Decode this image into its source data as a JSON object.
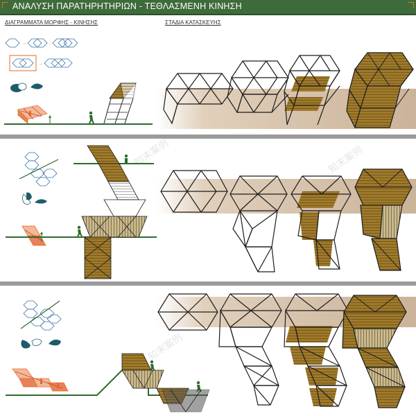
{
  "header": {
    "title": "ΑΝΑΛΥΣΗ ΠΑΡΑΤΗΡΗΤΗΡΙΩΝ - ΤΕΘΛΑΣΜΕΝΗ ΚΙΝΗΣΗ"
  },
  "subtitles": {
    "left": "ΔΙΑΓΡΑΜΜΑΤΑ ΜΟΡΦΗΣ - ΚΙΝΗΣΗΣ",
    "right": "ΣΤΑΔΙΑ ΚΑΤΑΣΚΕΥΗΣ"
  },
  "watermark": "知末案例",
  "colors": {
    "header": "#3e6b3a",
    "accent": "#e36b2d",
    "wood": "#8a6a22",
    "frame": "#1c1c1c",
    "ground": "#2f6a2b",
    "figure": "#2f6a2b",
    "blob": "#1f5c6b"
  },
  "rows": [
    {
      "id": "row-1",
      "stages": 4
    },
    {
      "id": "row-2",
      "stages": 4
    },
    {
      "id": "row-3",
      "stages": 4
    }
  ]
}
